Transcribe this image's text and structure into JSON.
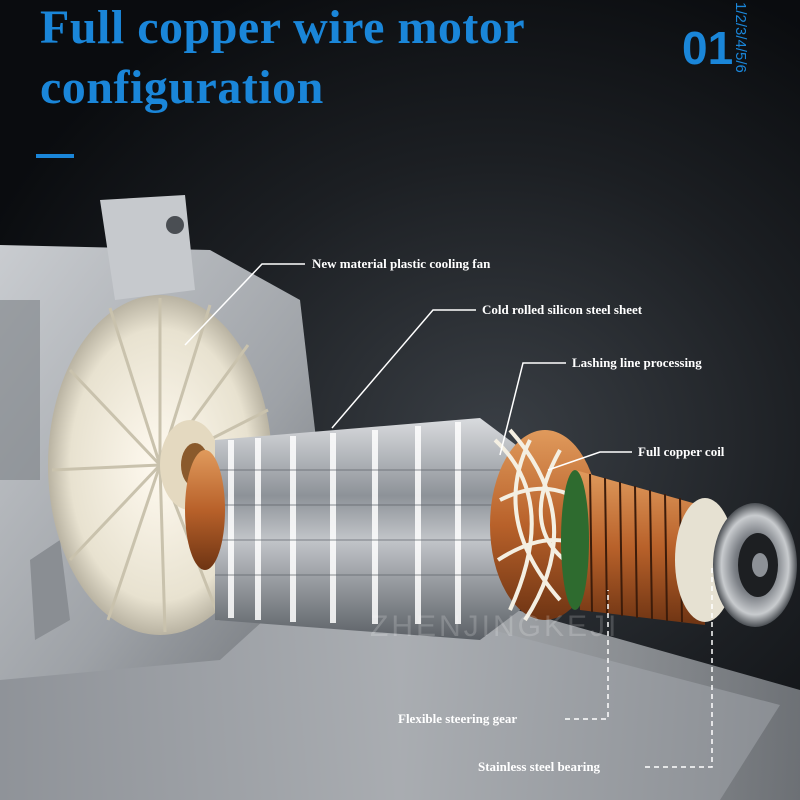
{
  "header": {
    "title_line1": "Full copper wire motor",
    "title_line2": "configuration",
    "page_number": "01",
    "page_sequence": "1/2/3/4/5/6"
  },
  "product_image": {
    "subject": "electric motor armature with cooling fan, commutator and bearing",
    "watermark": "ZHENJINGKEJI",
    "colors": {
      "accent": "#1a86d9",
      "copper": "#b8612a",
      "steel": "#9aa0a6",
      "fan": "#ece7d6"
    }
  },
  "callouts": [
    {
      "label": "New material plastic cooling fan"
    },
    {
      "label": "Cold rolled silicon steel sheet"
    },
    {
      "label": "Lashing line processing"
    },
    {
      "label": "Full copper coil"
    },
    {
      "label": "Flexible steering gear"
    },
    {
      "label": "Stainless steel bearing"
    }
  ]
}
